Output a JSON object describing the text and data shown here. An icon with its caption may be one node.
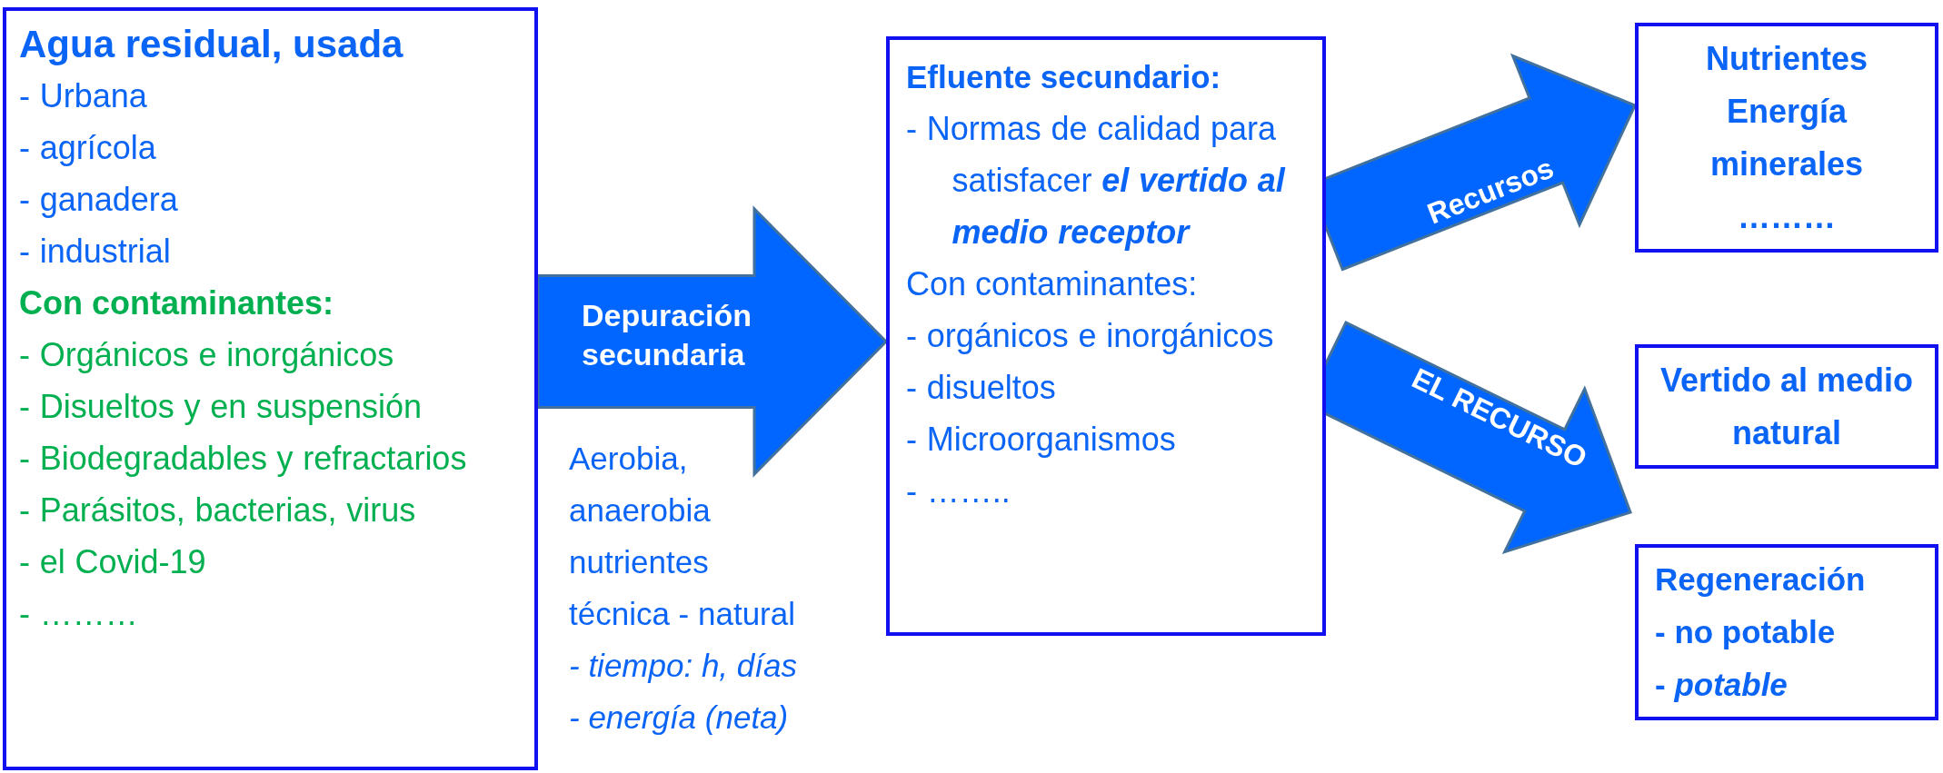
{
  "diagram": {
    "nodes": [
      {
        "text": [
          "Agua residual, usada",
          "- Urbana",
          "- agrícola",
          "- ganadera",
          "- industrial",
          "Con contaminantes:",
          "- Orgánicos e inorgánicos",
          "- Disueltos y en suspensión",
          "- Biodegradables y refractarios",
          "- Parásitos, bacterias, virus",
          "- el Covid-19",
          "- ………"
        ]
      },
      {
        "text": [
          "Efluente secundario:",
          "- Normas de calidad para satisfacer **el vertido al medio receptor**",
          "Con contaminantes:",
          "- orgánicos e inorgánicos",
          "- disueltos",
          "- Microorganismos",
          "- …….."
        ]
      },
      {
        "text": [
          "Nutrientes",
          "Energía",
          "minerales",
          "………"
        ]
      },
      {
        "text": [
          "Vertido al medio natural"
        ]
      },
      {
        "text": [
          "Regeneración",
          "- no potable",
          "- *potable*"
        ]
      }
    ],
    "edges": [
      {
        "from": 0,
        "to": 1,
        "arrow": "to",
        "label": "Depuración secundaria"
      },
      {
        "from": 1,
        "to": 2,
        "arrow": "to",
        "label": "Recursos"
      },
      {
        "from": 1,
        "to": null,
        "arrow": "to",
        "label": "EL RECURSO"
      }
    ],
    "labels": [
      "Aerobia,",
      "anaerobia",
      "nutrientes",
      "técnica - natural",
      "- tiempo: h, días",
      "- energía (neta)"
    ]
  }
}
